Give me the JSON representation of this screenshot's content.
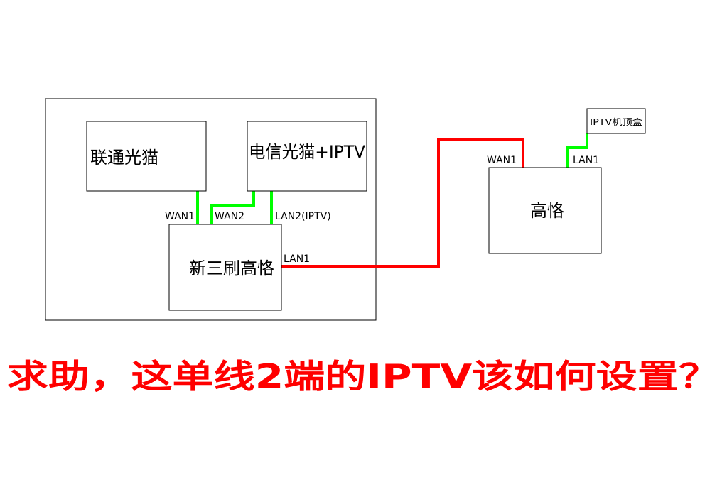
{
  "nodes": {
    "unicom_modem": "联通光猫",
    "telecom_modem": "电信光猫+IPTV",
    "main_router": "新三刷高恪",
    "remote_router": "高恪",
    "iptv_box": "IPTV机顶盒"
  },
  "ports": {
    "main_wan1": "WAN1",
    "main_wan2": "WAN2",
    "main_lan2": "LAN2(IPTV)",
    "main_lan1": "LAN1",
    "remote_wan1": "WAN1",
    "remote_lan1": "LAN1"
  },
  "colors": {
    "link_green": "#00ff00",
    "link_red": "#ff0000"
  },
  "question": "求助，这单线2端的IPTV该如何设置？"
}
